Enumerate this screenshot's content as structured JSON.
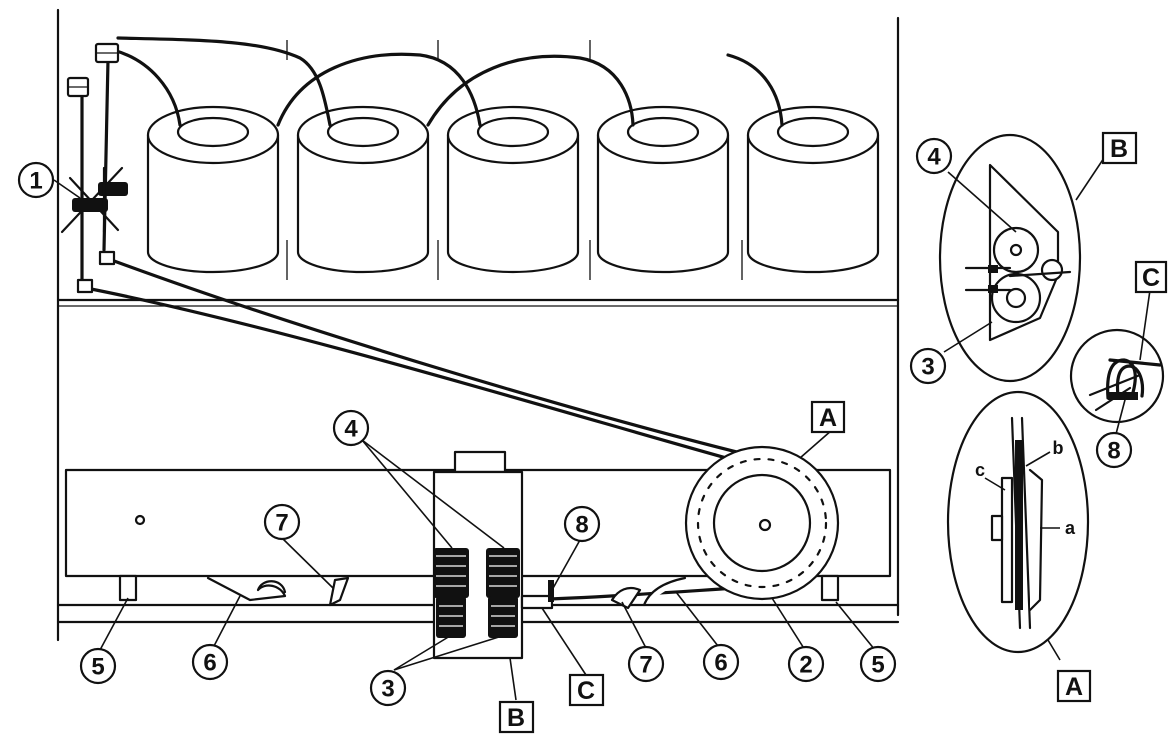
{
  "number_labels": {
    "n1": "1",
    "n4_main": "4",
    "n7_left": "7",
    "n8_main": "8",
    "n5_left": "5",
    "n6_left": "6",
    "n3_main": "3",
    "n7_right": "7",
    "n6_right": "6",
    "n2": "2",
    "n5_right": "5",
    "n4_detail": "4",
    "n3_detail": "3",
    "n8_detail": "8"
  },
  "box_labels": {
    "A_main": "A",
    "B_main": "B",
    "C_main": "C",
    "B_detail": "B",
    "C_detail": "C",
    "A_detail": "A"
  },
  "letter_labels": {
    "a": "a",
    "b": "b",
    "c": "c"
  }
}
